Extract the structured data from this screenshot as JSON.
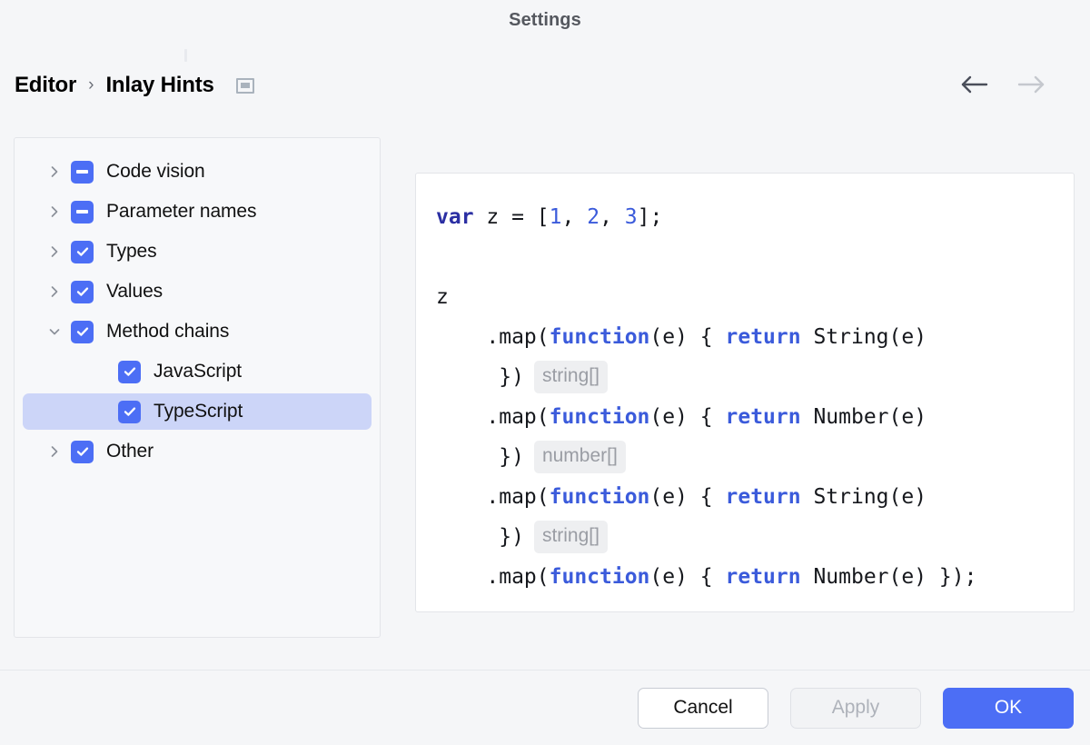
{
  "dialog": {
    "title": "Settings"
  },
  "breadcrumb": {
    "root": "Editor",
    "separator": "›",
    "current": "Inlay Hints",
    "icon": "inlay-preview-icon"
  },
  "nav": {
    "back_icon": "arrow-left-icon",
    "forward_icon": "arrow-right-icon",
    "back_enabled": true,
    "forward_enabled": false
  },
  "tree": {
    "items": [
      {
        "label": "Code vision",
        "check": "indeterminate",
        "chevron": "chevron-right",
        "level": 0,
        "selected": false
      },
      {
        "label": "Parameter names",
        "check": "indeterminate",
        "chevron": "chevron-right",
        "level": 0,
        "selected": false
      },
      {
        "label": "Types",
        "check": "checked",
        "chevron": "chevron-right",
        "level": 0,
        "selected": false
      },
      {
        "label": "Values",
        "check": "checked",
        "chevron": "chevron-right",
        "level": 0,
        "selected": false
      },
      {
        "label": "Method chains",
        "check": "checked",
        "chevron": "chevron-down",
        "level": 0,
        "selected": false
      },
      {
        "label": "JavaScript",
        "check": "checked",
        "chevron": "none",
        "level": 1,
        "selected": false
      },
      {
        "label": "TypeScript",
        "check": "checked",
        "chevron": "none",
        "level": 1,
        "selected": true
      },
      {
        "label": "Other",
        "check": "checked",
        "chevron": "chevron-right",
        "level": 0,
        "selected": false
      }
    ]
  },
  "preview": {
    "lines": [
      {
        "tokens": [
          {
            "t": "var",
            "c": "kw-var"
          },
          {
            "t": " z = [",
            "c": ""
          },
          {
            "t": "1",
            "c": "num"
          },
          {
            "t": ", ",
            "c": ""
          },
          {
            "t": "2",
            "c": "num"
          },
          {
            "t": ", ",
            "c": ""
          },
          {
            "t": "3",
            "c": "num"
          },
          {
            "t": "];",
            "c": ""
          }
        ],
        "hint": ""
      },
      {
        "tokens": [],
        "hint": ""
      },
      {
        "tokens": [
          {
            "t": "z",
            "c": ""
          }
        ],
        "hint": ""
      },
      {
        "tokens": [
          {
            "t": "    .map(",
            "c": ""
          },
          {
            "t": "function",
            "c": "kw"
          },
          {
            "t": "(e) { ",
            "c": ""
          },
          {
            "t": "return",
            "c": "kw"
          },
          {
            "t": " String(e)",
            "c": ""
          }
        ],
        "hint": ""
      },
      {
        "tokens": [
          {
            "t": "     })",
            "c": ""
          }
        ],
        "hint": "string[]"
      },
      {
        "tokens": [
          {
            "t": "    .map(",
            "c": ""
          },
          {
            "t": "function",
            "c": "kw"
          },
          {
            "t": "(e) { ",
            "c": ""
          },
          {
            "t": "return",
            "c": "kw"
          },
          {
            "t": " Number(e)",
            "c": ""
          }
        ],
        "hint": ""
      },
      {
        "tokens": [
          {
            "t": "     })",
            "c": ""
          }
        ],
        "hint": "number[]"
      },
      {
        "tokens": [
          {
            "t": "    .map(",
            "c": ""
          },
          {
            "t": "function",
            "c": "kw"
          },
          {
            "t": "(e) { ",
            "c": ""
          },
          {
            "t": "return",
            "c": "kw"
          },
          {
            "t": " String(e)",
            "c": ""
          }
        ],
        "hint": ""
      },
      {
        "tokens": [
          {
            "t": "     })",
            "c": ""
          }
        ],
        "hint": "string[]"
      },
      {
        "tokens": [
          {
            "t": "    .map(",
            "c": ""
          },
          {
            "t": "function",
            "c": "kw"
          },
          {
            "t": "(e) { ",
            "c": ""
          },
          {
            "t": "return",
            "c": "kw"
          },
          {
            "t": " Number(e) });",
            "c": ""
          }
        ],
        "hint": ""
      }
    ]
  },
  "footer": {
    "cancel_label": "Cancel",
    "apply_label": "Apply",
    "apply_enabled": false,
    "ok_label": "OK"
  },
  "colors": {
    "accent": "#4c6ef5",
    "selection": "#ccd5f8",
    "background": "#f5f6f8",
    "keyword": "#3b5bdb",
    "var_keyword": "#2b2fa3",
    "hint_text": "#9a9da4",
    "hint_bg": "#eeeff1"
  }
}
